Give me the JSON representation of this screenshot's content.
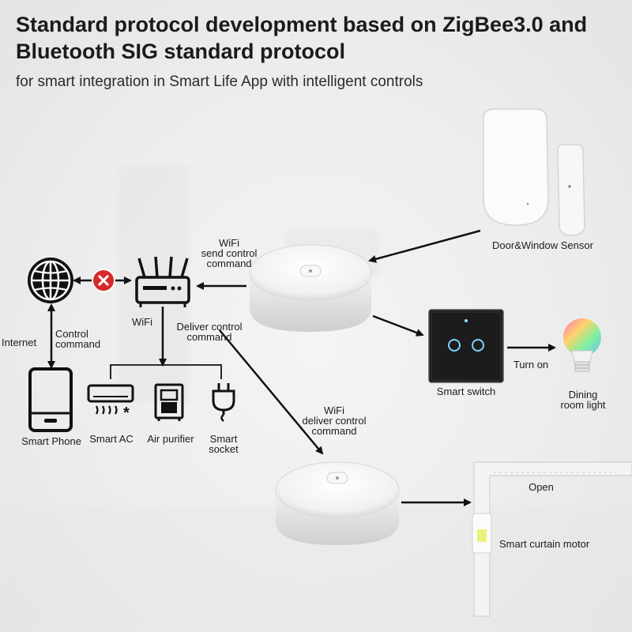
{
  "title": "Standard protocol development based on ZigBee3.0 and Bluetooth SIG standard protocol",
  "subtitle": "for smart integration in Smart Life App with intelligent controls",
  "labels": {
    "wifi_send": "WiFi\nsend control\ncommand",
    "wifi": "WiFi",
    "deliver_control": "Deliver control\ncommand",
    "internet": "Internet",
    "control_command": "Control\ncommand",
    "smart_phone": "Smart Phone",
    "smart_ac": "Smart AC",
    "air_purifier": "Air purifier",
    "smart_socket": "Smart\nsocket",
    "door_window_sensor": "Door&Window Sensor",
    "smart_switch": "Smart switch",
    "turn_on": "Turn on",
    "dining_light": "Dining\nroom light",
    "wifi_deliver": "WiFi\ndeliver control\ncommand",
    "open": "Open",
    "smart_curtain_motor": "Smart curtain motor"
  },
  "icons": [
    "globe-icon",
    "blocked-x-icon",
    "router-icon",
    "smartphone-icon",
    "air-conditioner-icon",
    "air-purifier-icon",
    "plug-icon",
    "hub-device",
    "door-window-sensor",
    "smart-switch",
    "smart-bulb",
    "curtain-motor"
  ],
  "colors": {
    "blocked": "#d62a2a",
    "switch_glow": "#7fd3ff",
    "switch_panel": "#1c1c1c"
  }
}
